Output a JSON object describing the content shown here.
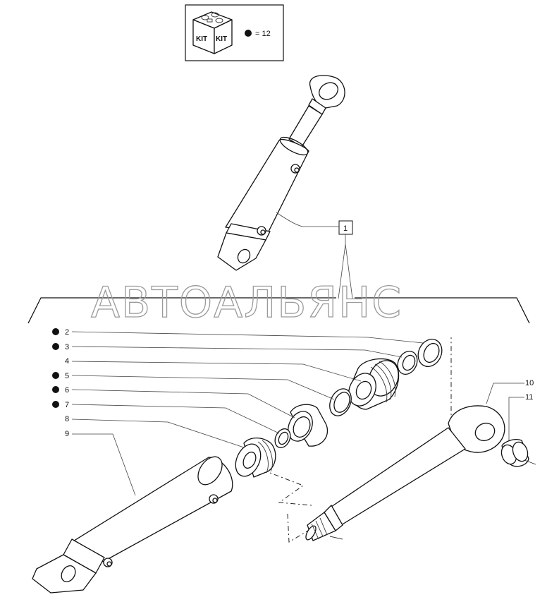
{
  "kit_legend": {
    "kit_label_left": "KIT",
    "kit_label_right": "KIT",
    "quantity_text": "= 12",
    "marker_symbol": "●"
  },
  "watermark": "АВТОАЛЬЯНС",
  "callouts": [
    {
      "id": "1",
      "label": "1",
      "in_kit": false
    },
    {
      "id": "2",
      "label": "2",
      "in_kit": true
    },
    {
      "id": "3",
      "label": "3",
      "in_kit": true
    },
    {
      "id": "4",
      "label": "4",
      "in_kit": false
    },
    {
      "id": "5",
      "label": "5",
      "in_kit": true
    },
    {
      "id": "6",
      "label": "6",
      "in_kit": true
    },
    {
      "id": "7",
      "label": "7",
      "in_kit": true
    },
    {
      "id": "8",
      "label": "8",
      "in_kit": false
    },
    {
      "id": "9",
      "label": "9",
      "in_kit": false
    },
    {
      "id": "10",
      "label": "10",
      "in_kit": false
    },
    {
      "id": "11",
      "label": "11",
      "in_kit": false
    }
  ],
  "colors": {
    "line": "#111111",
    "watermark": "#9a9a9a",
    "background": "#ffffff"
  }
}
